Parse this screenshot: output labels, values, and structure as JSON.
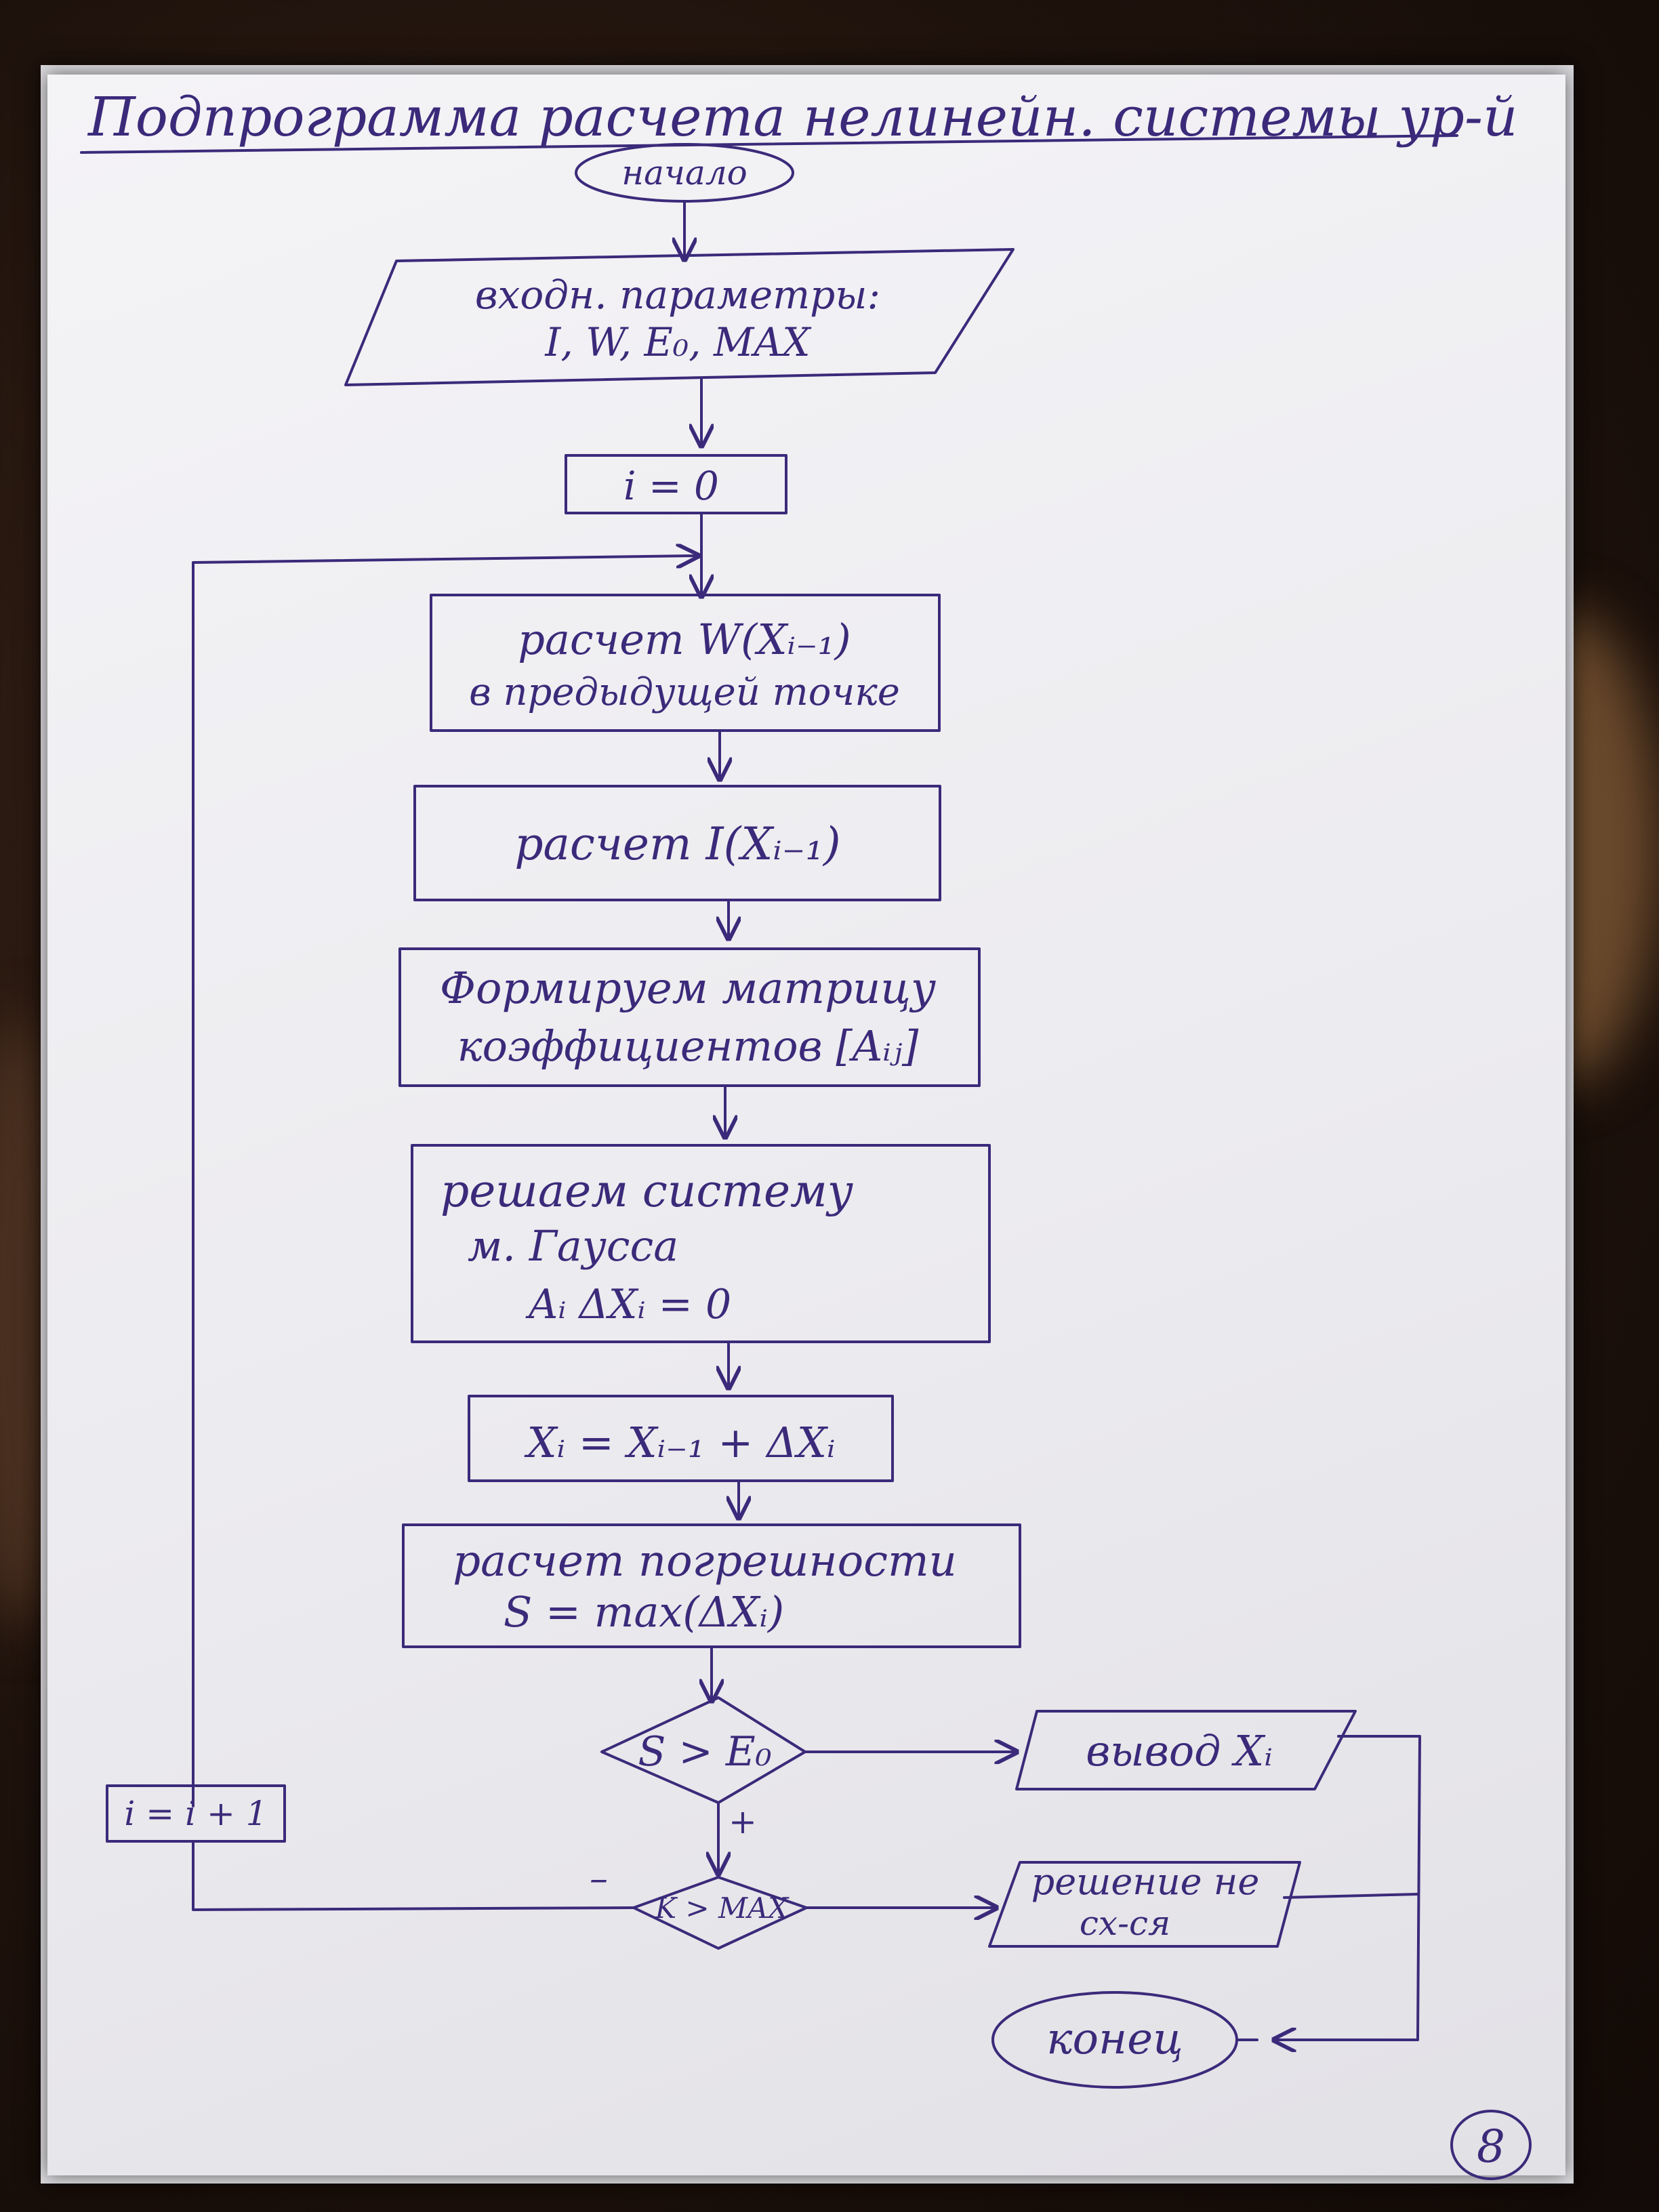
{
  "title": "Подпрограмма расчета нелинейн. системы ур-й",
  "nodes": {
    "start": "начало",
    "input_line1": "входн. параметры:",
    "input_line2": "I, W, E₀, MAX",
    "init": "i = 0",
    "calc_w_line1": "расчет W(Xᵢ₋₁)",
    "calc_w_line2": "в предыдущей точке",
    "calc_i": "расчет I(Xᵢ₋₁)",
    "matrix_line1": "Формируем матрицу",
    "matrix_line2": "коэффициентов [Aᵢⱼ]",
    "solve_line1": "решаем систему",
    "solve_line2": "м. Гаусса",
    "solve_line3": "Aᵢ ΔXᵢ = 0",
    "update": "Xᵢ = Xᵢ₋₁ + ΔXᵢ",
    "error_line1": "расчет погрешности",
    "error_line2": "S = max(ΔXᵢ)",
    "decision1": "S > E₀",
    "output": "вывод Xᵢ",
    "increment": "i = i + 1",
    "decision2": "K > MAX",
    "fail_line1": "решение не",
    "fail_line2": "сх-ся",
    "end": "конец"
  },
  "edge_labels": {
    "plus": "+",
    "minus": "–"
  },
  "page_number": "8",
  "colors": {
    "ink": "#3b2a7a",
    "paper": "#efeef2",
    "background": "#1e120c"
  }
}
